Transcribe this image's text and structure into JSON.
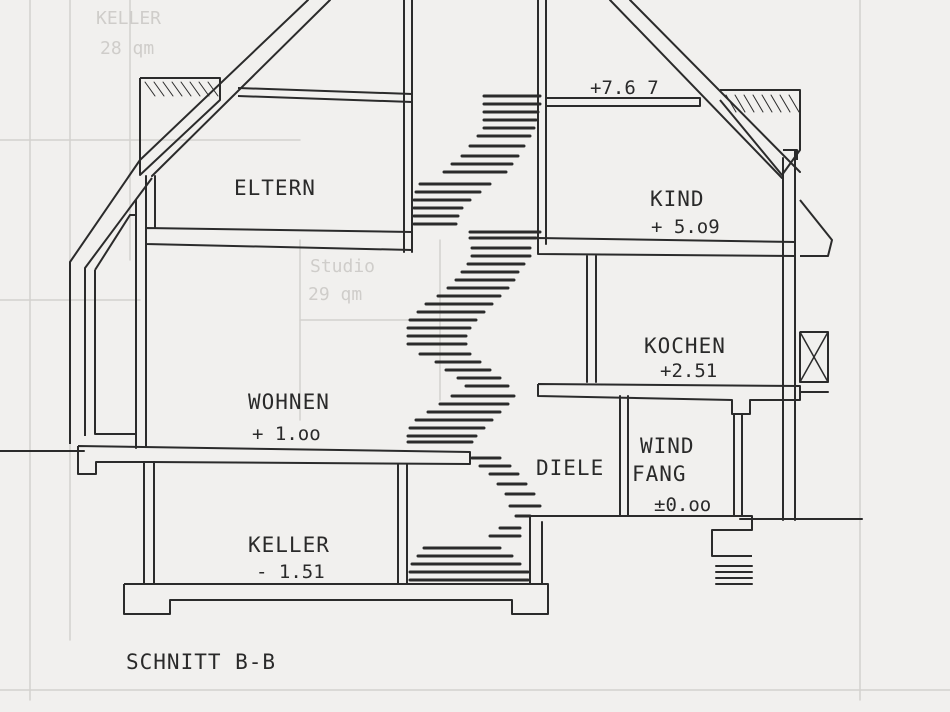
{
  "drawing": {
    "caption": "SCHNITT B-B",
    "colors": {
      "ink": "#2b2b2b",
      "paper": "#f1f0ee",
      "ghost": "#d3d1ce"
    },
    "rooms": {
      "eltern": {
        "name": "ELTERN"
      },
      "kind": {
        "name": "KIND",
        "level": "+ 5.o9"
      },
      "kochen": {
        "name": "KOCHEN",
        "level": "+2.51"
      },
      "wohnen": {
        "name": "WOHNEN",
        "level": "+ 1.oo"
      },
      "diele": {
        "name": "DIELE"
      },
      "windfang": {
        "name_line1": "WIND",
        "name_line2": "FANG",
        "level": "±0.oo"
      },
      "keller": {
        "name": "KELLER",
        "level": "- 1.51"
      }
    },
    "ridge_level": "+7.6 7",
    "ghost_text": {
      "keller_top": "KELLER",
      "keller_top_area": "28 qm",
      "studio": "Studio",
      "studio_area": "29 qm"
    }
  }
}
